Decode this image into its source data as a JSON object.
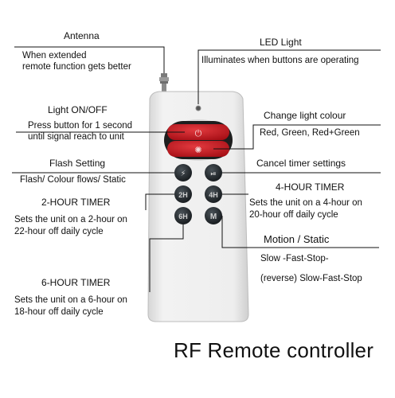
{
  "antenna": {
    "title": "Antenna",
    "desc1": "When extended",
    "desc2": "remote function gets better"
  },
  "led": {
    "title": "LED Light",
    "desc": "Illuminates when buttons are operating"
  },
  "light_onoff": {
    "title": "Light ON/OFF",
    "desc1": "Press button for 1 second",
    "desc2": "until signal reach to unit"
  },
  "change_colour": {
    "title": "Change light colour",
    "desc": "Red, Green, Red+Green"
  },
  "flash": {
    "title": "Flash Setting",
    "desc": "Flash/ Colour flows/ Static"
  },
  "cancel_timer": {
    "title": "Cancel timer settings"
  },
  "timer2": {
    "title": "2-HOUR TIMER",
    "desc1": "Sets the unit on a 2-hour on",
    "desc2": "22-hour off daily cycle"
  },
  "timer4": {
    "title": "4-HOUR TIMER",
    "desc1": "Sets the unit on a 4-hour on",
    "desc2": "20-hour off daily cycle"
  },
  "motion": {
    "title": "Motion / Static",
    "desc1": "Slow -Fast-Stop-",
    "desc2": "(reverse) Slow-Fast-Stop"
  },
  "timer6": {
    "title": "6-HOUR TIMER",
    "desc1": "Sets the unit on a 6-hour on",
    "desc2": "18-hour off daily cycle"
  },
  "caption": "RF Remote controller",
  "remote": {
    "buttons": {
      "power": "⏻",
      "colour": "✺",
      "flash": "⚡",
      "cancel": "⏯",
      "timer2": "2H",
      "timer4": "4H",
      "timer6": "6H",
      "mode": "M"
    }
  },
  "colors": {
    "body": "#ececec",
    "red_button": "#c8151d",
    "dark_button": "#22282c",
    "line": "#111111"
  }
}
